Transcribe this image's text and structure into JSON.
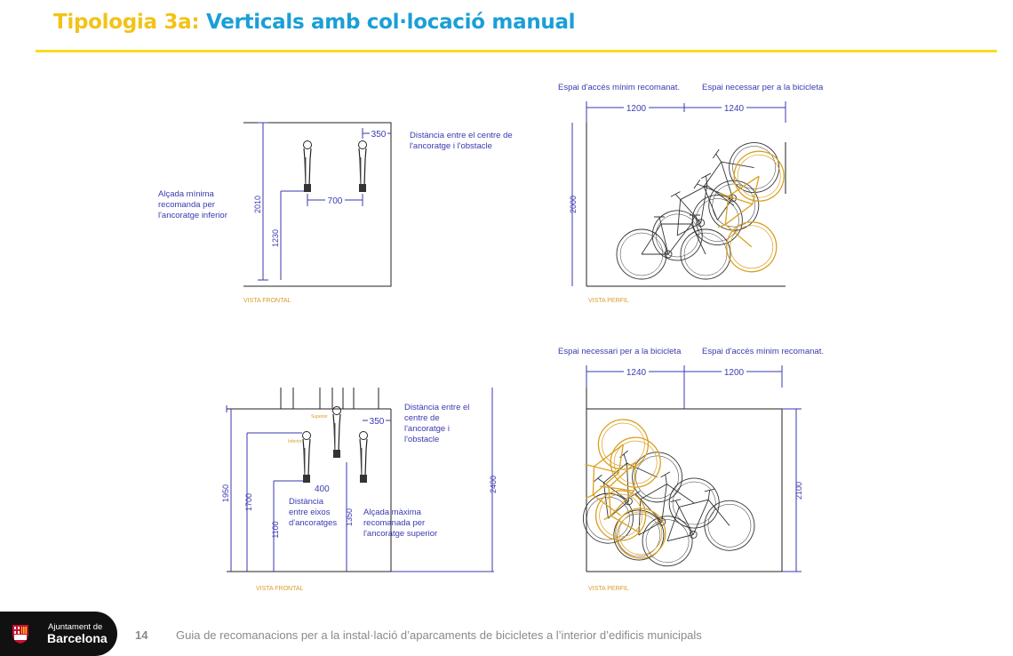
{
  "header": {
    "title_prefix": "Tipologia 3a:",
    "title_main": "Verticals amb col·locació manual",
    "accent_color": "#f2c318",
    "title_color": "#1a9fd6",
    "rule_color": "#f5dd22"
  },
  "drawings": {
    "top_left": {
      "dim_height": "2010",
      "dim_lower": "1230",
      "dim_spacing": "700",
      "dim_offset": "350",
      "note_obstacle": [
        "Distància entre el centre de",
        "l'ancoratge i l'obstacle"
      ],
      "note_height": [
        "Alçada mínima",
        "recomanda per",
        "l'ancoratge inferior"
      ],
      "view_label": "VISTA FRONTAL"
    },
    "top_right": {
      "label_access": "Espai d'accés mínim recomanat.",
      "label_space": "Espai necessar per a la bicicleta",
      "dim_access": "1200",
      "dim_space": "1240",
      "dim_height": "2000",
      "view_label": "VISTA PERFIL"
    },
    "bottom_left": {
      "dim_total": "2400",
      "dim_1950": "1950",
      "dim_1700": "1700",
      "dim_1100": "1100",
      "dim_1350": "1350",
      "dim_400": "400",
      "dim_350": "350",
      "note_obstacle": [
        "Distància entre el",
        "centre de",
        "l'ancoratge i",
        "l'obstacle"
      ],
      "note_axes": [
        "Distància",
        "entre eixos",
        "d'ancoratges"
      ],
      "note_max": [
        "Alçada màxima",
        "recomanada per",
        "l'ancoratge superior"
      ],
      "label_superior": "Superior",
      "label_inferior": "Inferior",
      "view_label": "VISTA FRONTAL"
    },
    "bottom_right": {
      "label_space": "Espai necessari per a la bicicleta",
      "label_access": "Espai d'accés mínim recomanat.",
      "dim_space": "1240",
      "dim_access": "1200",
      "dim_height": "2100",
      "view_label": "VISTA PERFIL"
    }
  },
  "footer": {
    "logo_line1": "Ajuntament de",
    "logo_line2": "Barcelona",
    "page_number": "14",
    "doc_title": "Guia de recomanacions per a la instal·lació d’aparcaments de bicicletes a l’interior d’edificis municipals"
  }
}
